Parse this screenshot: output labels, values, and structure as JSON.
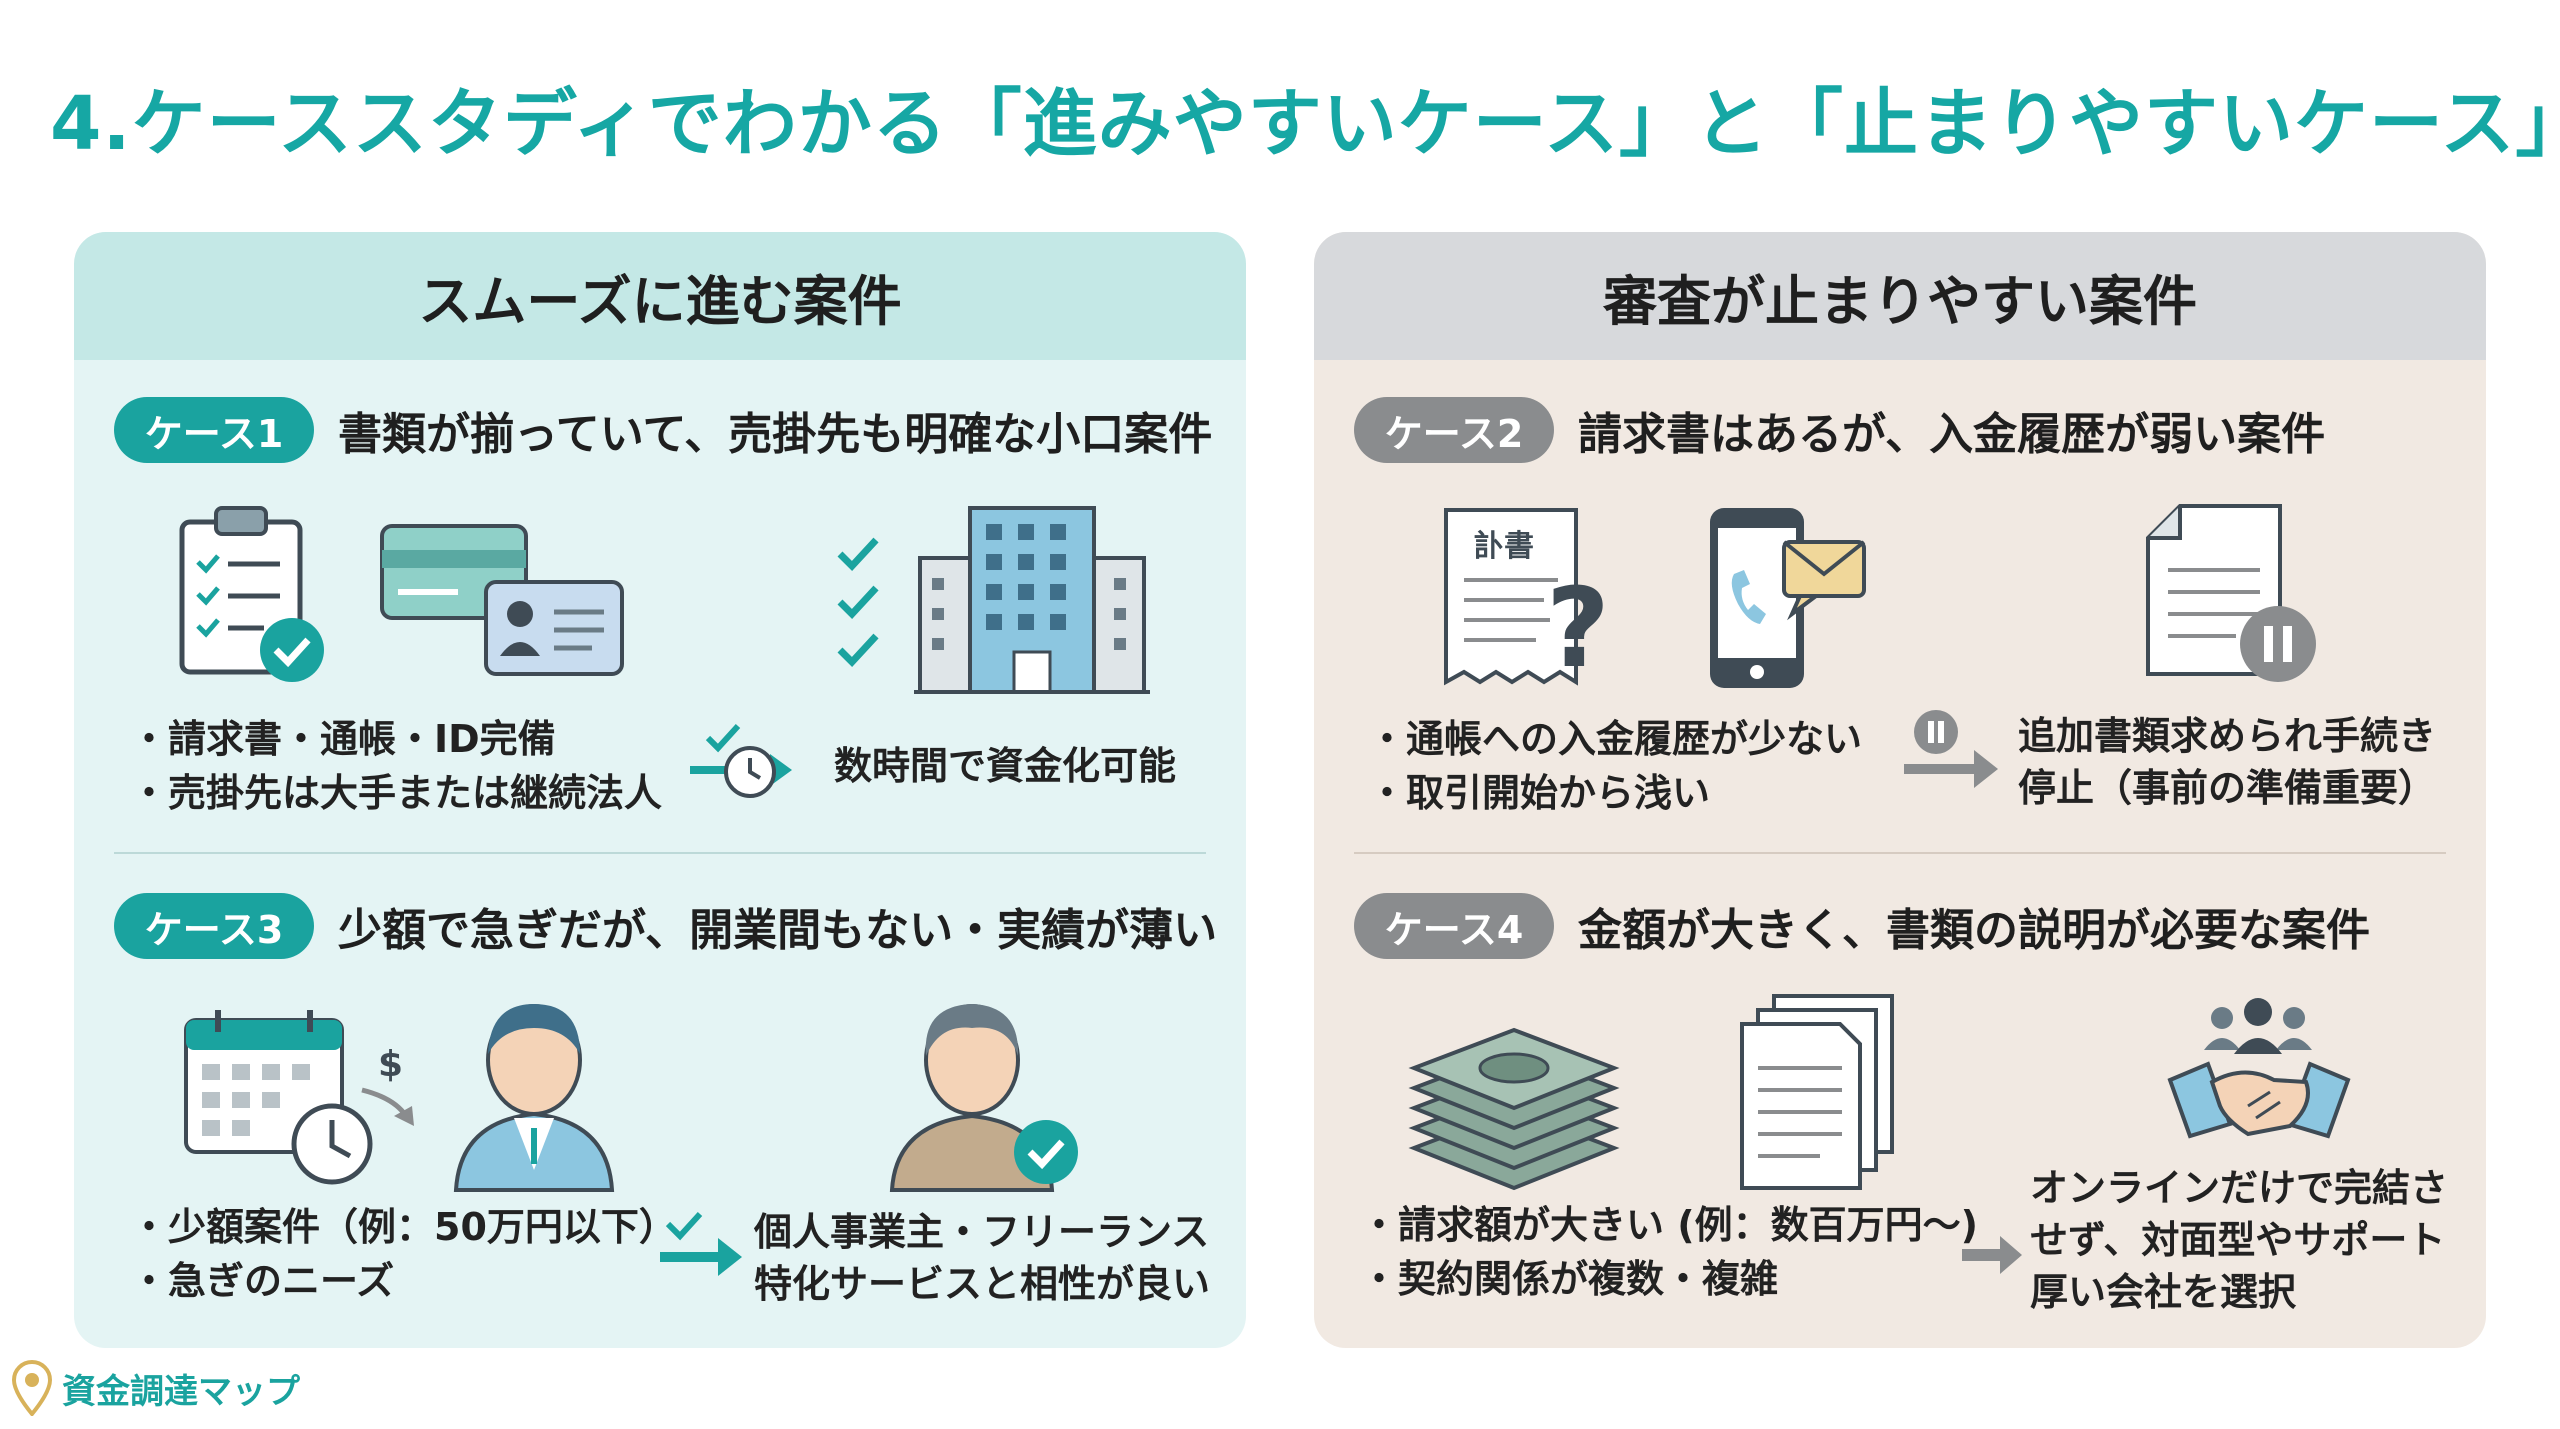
{
  "title": "4.ケーススタディでわかる「進みやすいケース」と「止まりやすいケース」",
  "left": {
    "heading": "スムーズに進む案件",
    "case1": {
      "badge": "ケース1",
      "title": "書類が揃っていて、売掛先も明確な小口案件",
      "bullets": [
        "・請求書・通帳・ID完備",
        "・売掛先は大手または継続法人"
      ],
      "result": "数時間で資金化可能"
    },
    "case3": {
      "badge": "ケース3",
      "title": "少額で急ぎだが、開業間もない・実績が薄い",
      "bullets": [
        "・少額案件（例：50万円以下）",
        "・急ぎのニーズ"
      ],
      "result": [
        "個人事業主・フリーランス",
        "特化サービスと相性が良い"
      ]
    }
  },
  "right": {
    "heading": "審査が止まりやすい案件",
    "case2": {
      "badge": "ケース2",
      "title": "請求書はあるが、入金履歴が弱い案件",
      "doc_label": "訃書",
      "bullets": [
        "・通帳への入金履歴が少ない",
        "・取引開始から浅い"
      ],
      "result": [
        "追加書類求められ手続き",
        "停止（事前の準備重要）"
      ]
    },
    "case4": {
      "badge": "ケース4",
      "title": "金額が大きく、書類の説明が必要な案件",
      "bullets": [
        "・請求額が大きい (例：数百万円〜)",
        "・契約関係が複数・複雑"
      ],
      "result": [
        "オンラインだけで完結さ",
        "せず、対面型やサポート",
        "厚い会社を選択"
      ]
    }
  },
  "footer": {
    "brand": "資金調達マップ"
  },
  "colors": {
    "teal": "#16a7a4",
    "gray": "#8a8c8e",
    "left_bg": "#e4f4f4",
    "right_bg": "#f1e9e2"
  }
}
